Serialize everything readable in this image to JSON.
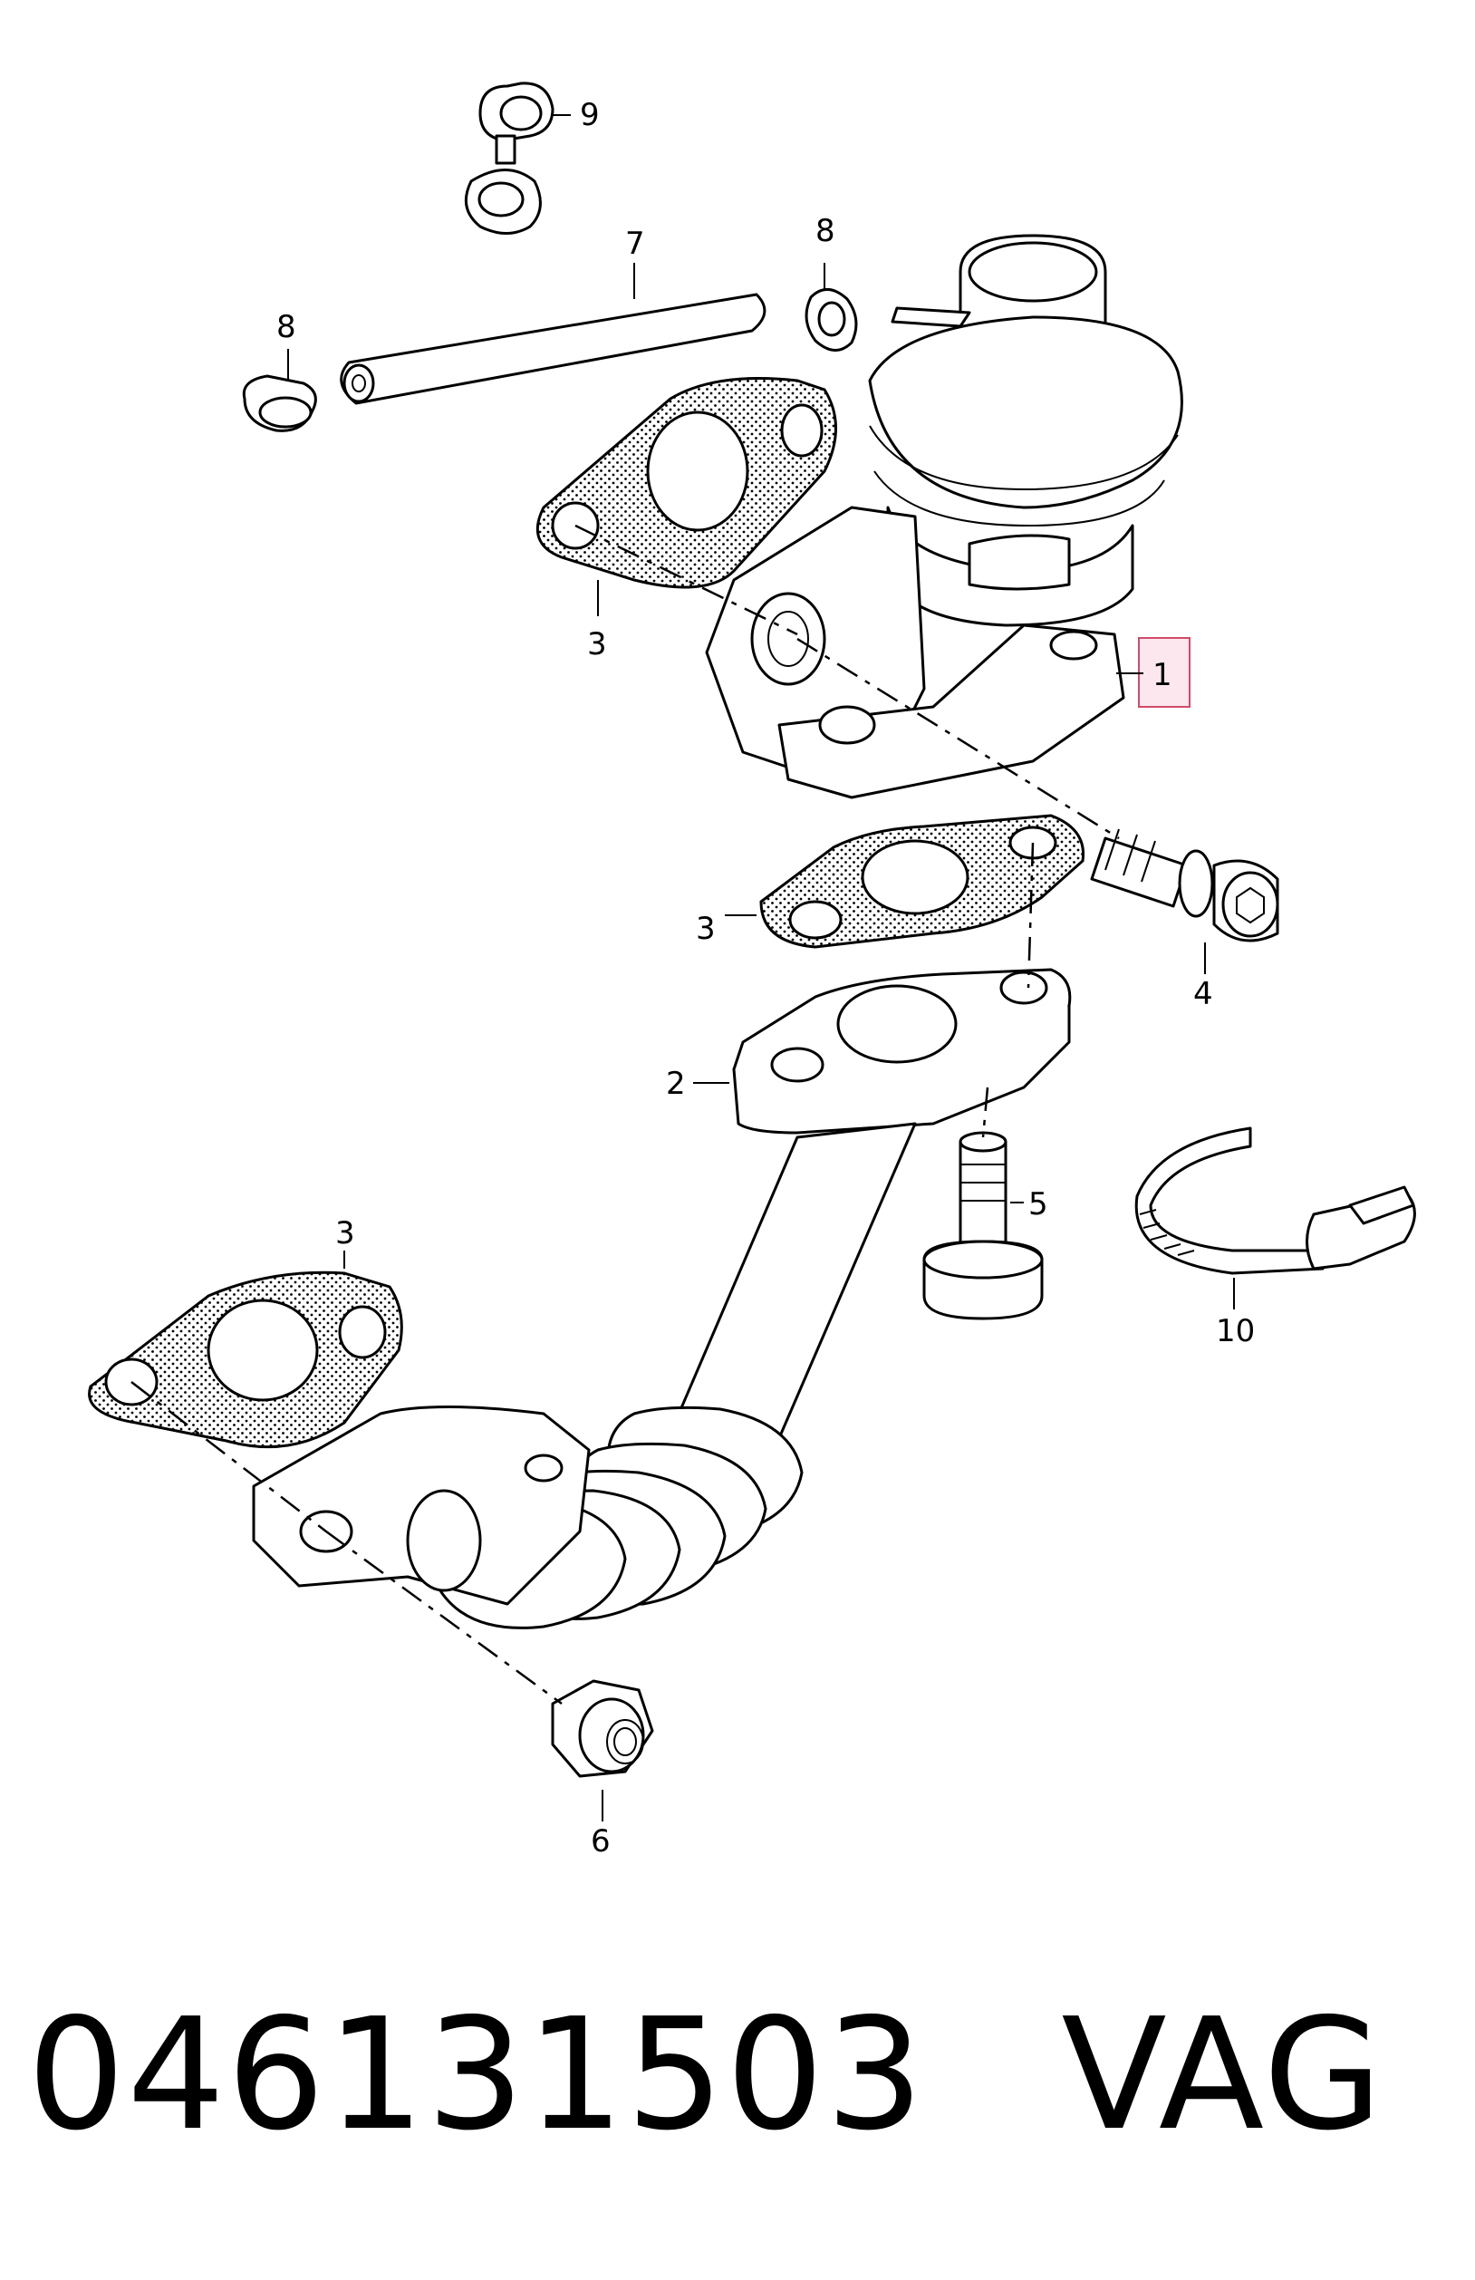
{
  "callouts": {
    "c1": "1",
    "c2": "2",
    "c3a": "3",
    "c3b": "3",
    "c3c": "3",
    "c4": "4",
    "c5": "5",
    "c6": "6",
    "c7": "7",
    "c8a": "8",
    "c8b": "8",
    "c9": "9",
    "c10": "10"
  },
  "footer": {
    "part_number": "046131503",
    "brand": "VAG"
  },
  "colors": {
    "highlight_fill": "#fde7ee",
    "highlight_stroke": "#d04a6a"
  }
}
